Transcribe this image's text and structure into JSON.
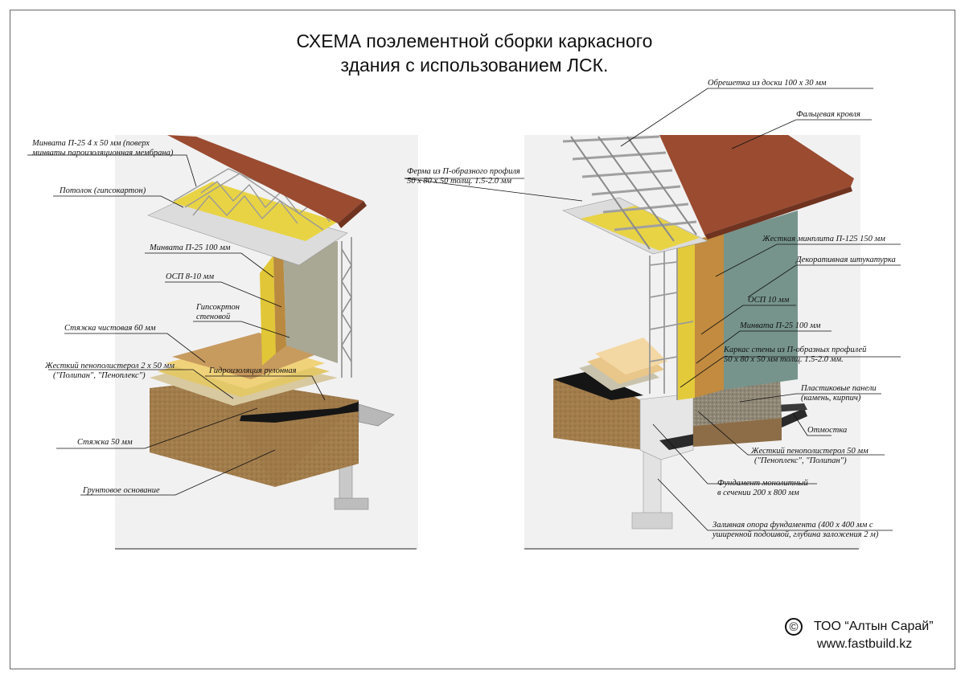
{
  "title": {
    "line1": "СХЕМА  поэлементной сборки каркасного",
    "line2": "здания с использованием ЛСК."
  },
  "left_labels": {
    "minvata_top_1": "Минвата П-25  4 х 50 мм (поверх",
    "minvata_top_2": "минваты пароизоляционная мембрана)",
    "potolok": "Потолок (гипсокартон)",
    "ferma_1": "Ферма из П-образного профиля",
    "ferma_2": "50 х 80 х 50 толщ. 1.5-2.0 мм",
    "minvata_100": "Минвата П-25 100 мм",
    "osp": "ОСП 8-10 мм",
    "gips_1": "Гипсокртон",
    "gips_2": "стеновой",
    "styazhka60": "Стяжка чистовая 60 мм",
    "penopol_1": "Жесткий пенополистерол 2 х 50 мм",
    "penopol_2": "(\"Полипан\", \"Пеноплекс\")",
    "gidro": "Гидроизоляция рулонная",
    "styazhka50": "Стяжка 50 мм",
    "grunt": "Грунтовое основание"
  },
  "right_labels": {
    "obreshetka": "Обрешетка из доски 100 х 30 мм",
    "falc": "Фальцевая кровля",
    "minplita": "Жесткая минплита П-125  150 мм",
    "shtukaturka": "Декоративная штукатурка",
    "osp10": "ОСП 10 мм",
    "minvata100": "Минвата П-25   100 мм",
    "karkas_1": "Каркас стены из П-образных профилей",
    "karkas_2": "50 х 80 х 50 мм толщ. 1.5-2.0 мм.",
    "plast_1": "Пластиковые панели",
    "plast_2": "(камень, кирпич)",
    "otmostka": "Отмостка",
    "penopol_1": "Жесткий пенополистерол 50 мм",
    "penopol_2": "(\"Пеноплекс\", \"Полипан\")",
    "fund_1": "Фундамент монолитный",
    "fund_2": "в сечении 200 х 800 мм",
    "opora_1": "Заливная опора фундамента (400 х 400 мм с",
    "opora_2": "уширенной подошвой, глубина заложения 2 м)"
  },
  "copyright": {
    "symbol": "©",
    "company": "ТОО “Алтын Сарай”",
    "url": "www.fastbuild.kz"
  },
  "colors": {
    "roof": "#9a4b30",
    "insulation": "#e6d23a",
    "osp": "#c89243",
    "gypsum": "#a9a894",
    "facade": "#76948c",
    "soil": "#a27d4c",
    "steel": "#c7c7c7",
    "black": "#151515"
  }
}
